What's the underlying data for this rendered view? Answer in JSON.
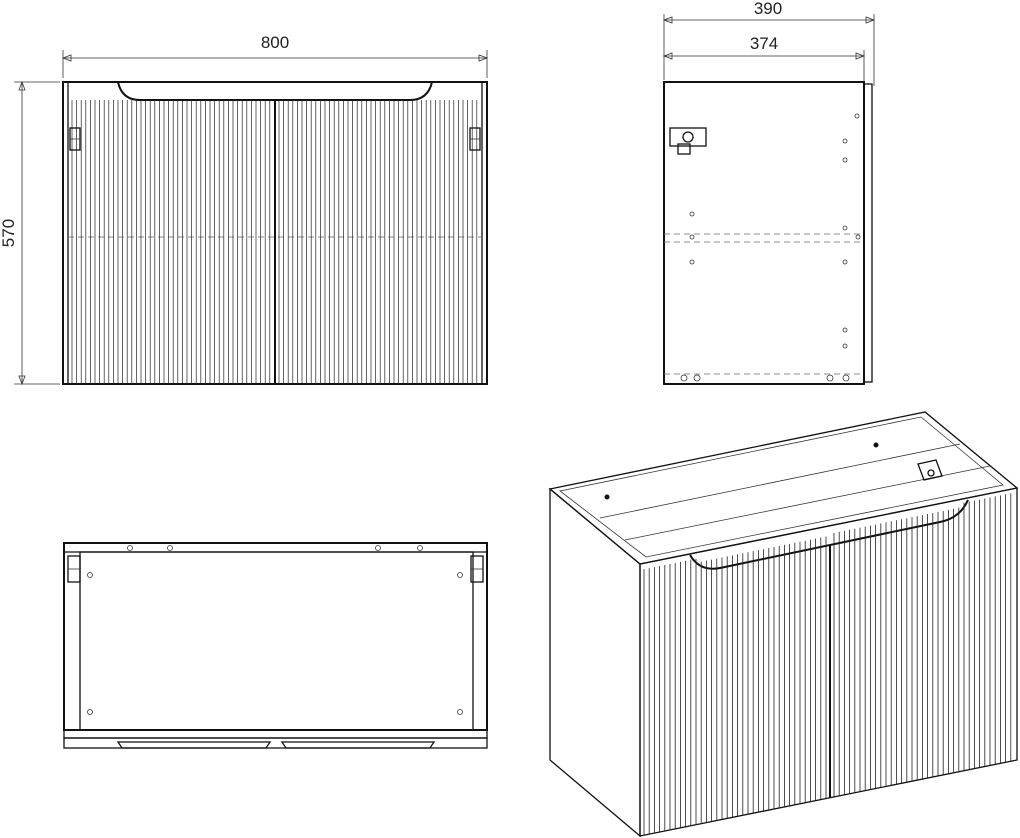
{
  "dimensions": {
    "front_width": "800",
    "front_height": "570",
    "side_outer_depth": "390",
    "side_inner_depth": "374"
  },
  "colors": {
    "line": "#111111",
    "background": "#ffffff"
  }
}
